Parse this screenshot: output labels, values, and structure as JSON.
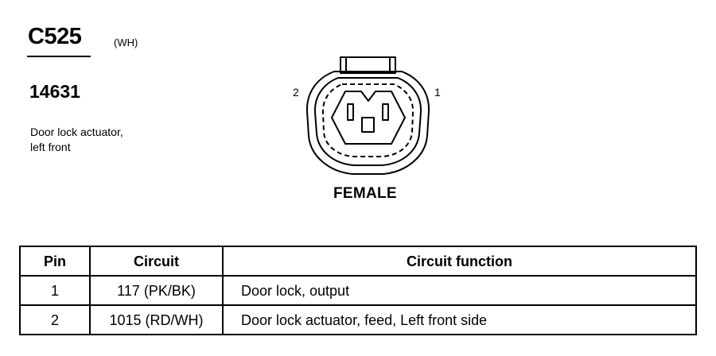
{
  "connector": {
    "id": "C525",
    "color": "(WH)",
    "part_number": "14631",
    "description_line1": "Door lock actuator,",
    "description_line2": "left front",
    "gender": "FEMALE",
    "pin_label_left": "2",
    "pin_label_right": "1"
  },
  "table": {
    "headers": [
      "Pin",
      "Circuit",
      "Circuit function"
    ],
    "rows": [
      {
        "pin": "1",
        "circuit": "117 (PK/BK)",
        "function": "Door lock, output"
      },
      {
        "pin": "2",
        "circuit": "1015 (RD/WH)",
        "function": "Door lock actuator, feed, Left front side"
      }
    ]
  }
}
